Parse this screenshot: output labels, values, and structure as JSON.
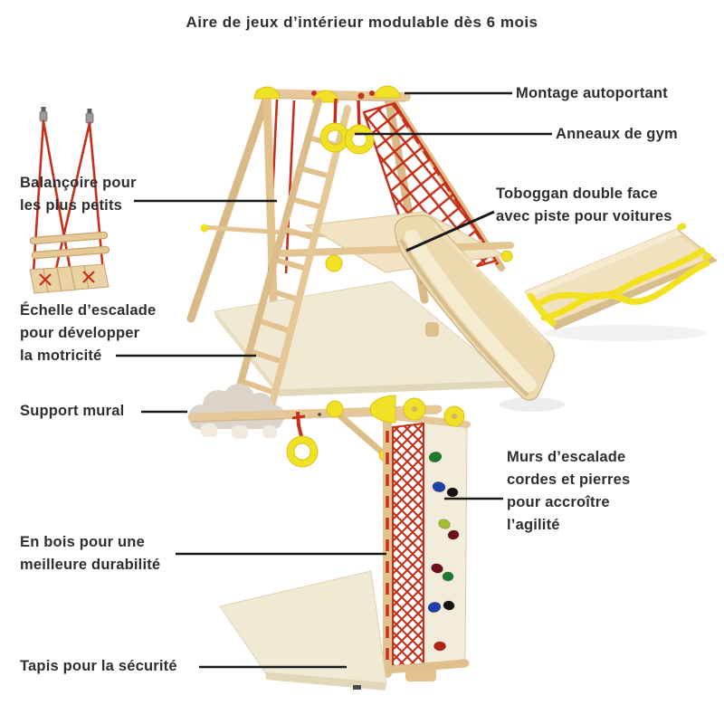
{
  "page": {
    "title": "Aire de jeux d’intérieur modulable dès 6 mois",
    "background_color": "#ffffff",
    "text_color": "#2e2e2e",
    "pointer_line_color": "#1a1a1a"
  },
  "labels": {
    "montage": "Montage autoportant",
    "anneaux": "Anneaux de gym",
    "balancoire": "Balançoire pour\nles plus petits",
    "toboggan": "Toboggan double face\navec piste pour voitures",
    "echelle": "Échelle d’escalade\npour développer\nla motricité",
    "support": "Support mural",
    "murs": "Murs d’escalade\ncordes et pierres\npour accroître\nl’agilité",
    "en_bois": "En bois pour une\nmeilleure durabilité",
    "tapis": "Tapis pour la sécurité"
  },
  "illustrations": {
    "main_structure": "portique bois autoportant avec échelle, filet, anneaux et toboggan",
    "baby_swing": "balançoire bébé en bois à cordes rouges",
    "reverse_slide": "toboggan retourné avec piste jaune pour voitures",
    "wall_unit": "module mural : étagère nuage, anneau, filet et mur d’escalade, tapis",
    "colors": {
      "wood": "#e4c493",
      "yellow_accents": "#f1e126",
      "red_ropes": "#c63018",
      "mat_cream": "#f0ead5",
      "cloud_grey": "#dcd4c9",
      "hold_green": "#1e7a2e",
      "hold_blue": "#1f3faa",
      "hold_black": "#141414",
      "hold_lime": "#a0bf2e",
      "hold_burgundy": "#6d0e1c",
      "hold_red": "#b02418"
    }
  }
}
